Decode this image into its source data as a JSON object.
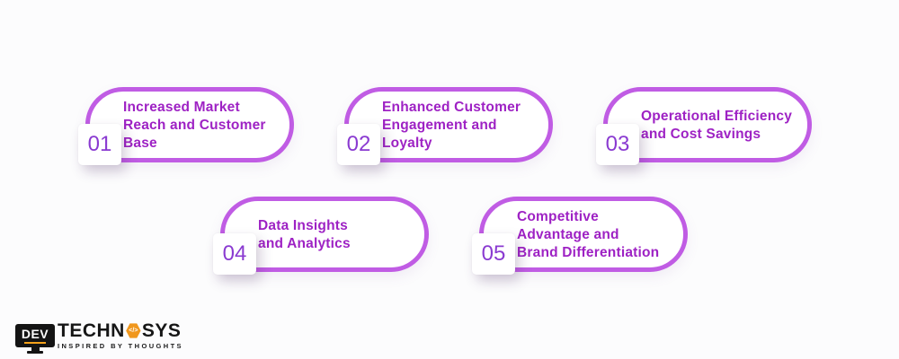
{
  "colors": {
    "background": "#fcfcfd",
    "card_border": "#c05ce4",
    "card_title": "#9e22c4",
    "step_number": "#8a3ad1",
    "logo_orange": "#f0971d",
    "logo_black": "#141414"
  },
  "cards": [
    {
      "number": "01",
      "title": "Increased Market\nReach and Customer\nBase"
    },
    {
      "number": "02",
      "title": "Enhanced Customer\nEngagement and\nLoyalty"
    },
    {
      "number": "03",
      "title": "Operational Efficiency\nand Cost Savings"
    },
    {
      "number": "04",
      "title": "Data Insights\nand Analytics"
    },
    {
      "number": "05",
      "title": "Competitive\nAdvantage and\nBrand Differentiation"
    }
  ],
  "logo": {
    "monitor_text": "DEV",
    "name_part1": "TECHN",
    "name_part2": "SYS",
    "hexagon_glyph": "</>",
    "tagline": "INSPIRED BY THOUGHTS"
  }
}
